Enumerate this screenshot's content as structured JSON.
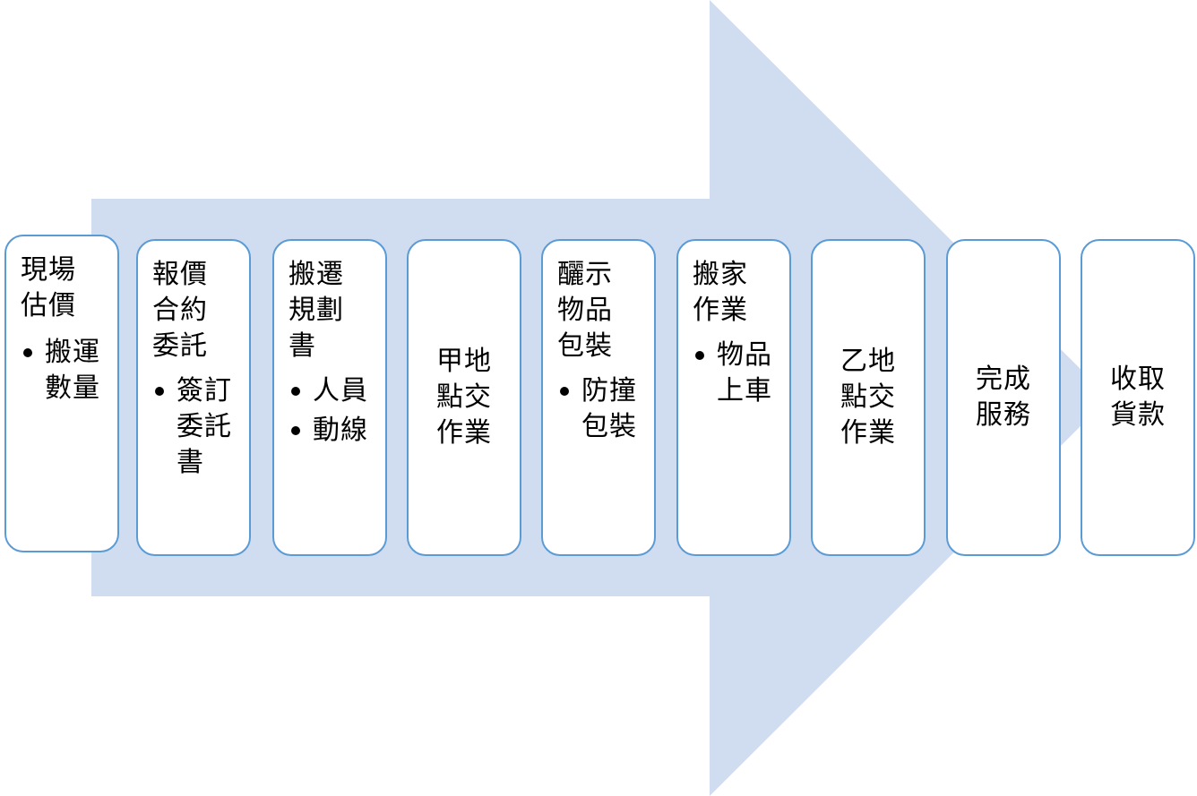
{
  "colors": {
    "arrow_fill": "#d0dcf0",
    "box_border": "#5b9bd5",
    "box_fill": "#ffffff",
    "text": "#000000"
  },
  "steps": [
    {
      "title": "現場\n估價",
      "bullets": [
        "搬運\n數量"
      ]
    },
    {
      "title": "報價\n合約\n委託",
      "bullets": [
        "簽訂\n委託\n書"
      ]
    },
    {
      "title": "搬遷\n規劃\n書",
      "bullets": [
        "人員",
        "動線"
      ]
    },
    {
      "title": "甲地\n點交\n作業",
      "bullets": []
    },
    {
      "title": "釃示\n物品\n包裝",
      "bullets": [
        "防撞\n包裝"
      ]
    },
    {
      "title": "搬家\n作業",
      "bullets": [
        "物品\n上車"
      ]
    },
    {
      "title": "乙地\n點交\n作業",
      "bullets": []
    },
    {
      "title": "完成\n服務",
      "bullets": []
    },
    {
      "title": "收取\n貨款",
      "bullets": []
    }
  ]
}
